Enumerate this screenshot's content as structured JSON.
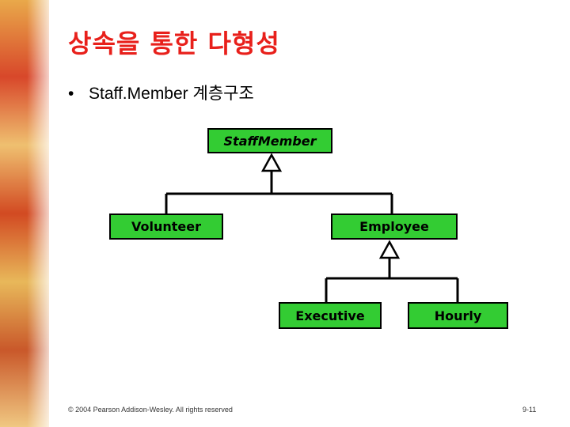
{
  "slide": {
    "title": "상속을 통한 다형성",
    "bullet": "Staff.Member 계층구조",
    "bullet_marker": "•"
  },
  "diagram": {
    "nodes": {
      "root": "StaffMember",
      "volunteer": "Volunteer",
      "employee": "Employee",
      "executive": "Executive",
      "hourly": "Hourly"
    },
    "relation": "inheritance",
    "box_color": "#33cc33"
  },
  "footer": {
    "copyright": "© 2004 Pearson Addison-Wesley. All rights reserved",
    "page": "9-11"
  },
  "colors": {
    "title": "#e8201b",
    "accent": "#33cc33"
  }
}
